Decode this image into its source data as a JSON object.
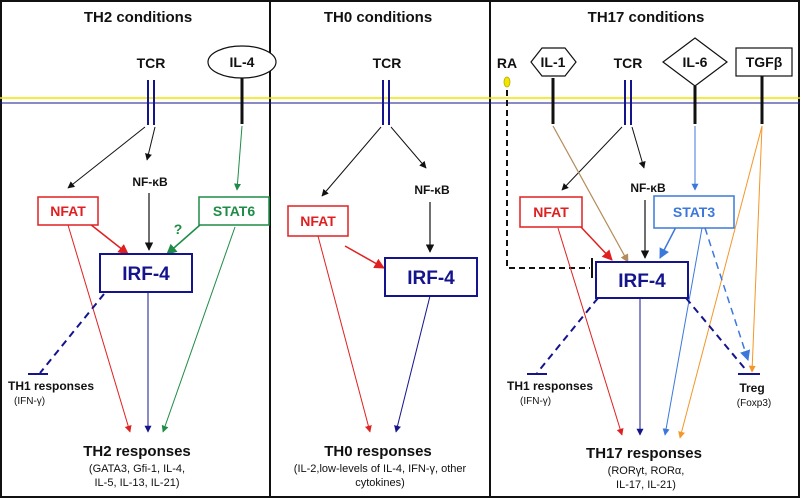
{
  "colors": {
    "red": "#e02020",
    "navy": "#14148c",
    "green": "#1e8c46",
    "blue": "#3c78dc",
    "orange": "#f59628",
    "brown": "#b48c5a",
    "membrane": "#f2e600"
  },
  "panels": [
    {
      "title": "TH2 conditions",
      "receptors": {
        "tcr": "TCR",
        "cytokine": "IL-4"
      },
      "nodes": {
        "nfat": "NFAT",
        "nfkb": "NF-κB",
        "stat": "STAT6",
        "irf4": "IRF-4",
        "question": "?"
      },
      "th1": {
        "label": "TH1 responses",
        "sub": "(IFN-γ)"
      },
      "output": {
        "label": "TH2 responses",
        "lines": [
          "(GATA3, Gfi-1, IL-4,",
          "IL-5, IL-13, IL-21)"
        ]
      }
    },
    {
      "title": "TH0 conditions",
      "receptors": {
        "tcr": "TCR"
      },
      "nodes": {
        "nfat": "NFAT",
        "nfkb": "NF-κB",
        "irf4": "IRF-4"
      },
      "output": {
        "label": "TH0 responses",
        "lines": [
          "(IL-2,low-levels of IL-4, IFN-γ, other",
          "cytokines)"
        ]
      }
    },
    {
      "title": "TH17 conditions",
      "receptors": {
        "ra": "RA",
        "il1": "IL-1",
        "tcr": "TCR",
        "il6": "IL-6",
        "tgfb": "TGFβ"
      },
      "nodes": {
        "nfat": "NFAT",
        "nfkb": "NF-κB",
        "stat": "STAT3",
        "irf4": "IRF-4"
      },
      "th1": {
        "label": "TH1 responses",
        "sub": "(IFN-γ)"
      },
      "treg": {
        "label": "Treg",
        "sub": "(Foxp3)"
      },
      "output": {
        "label": "TH17 responses",
        "lines": [
          "(RORγt, RORα,",
          "IL-17, IL-21)"
        ]
      }
    }
  ]
}
